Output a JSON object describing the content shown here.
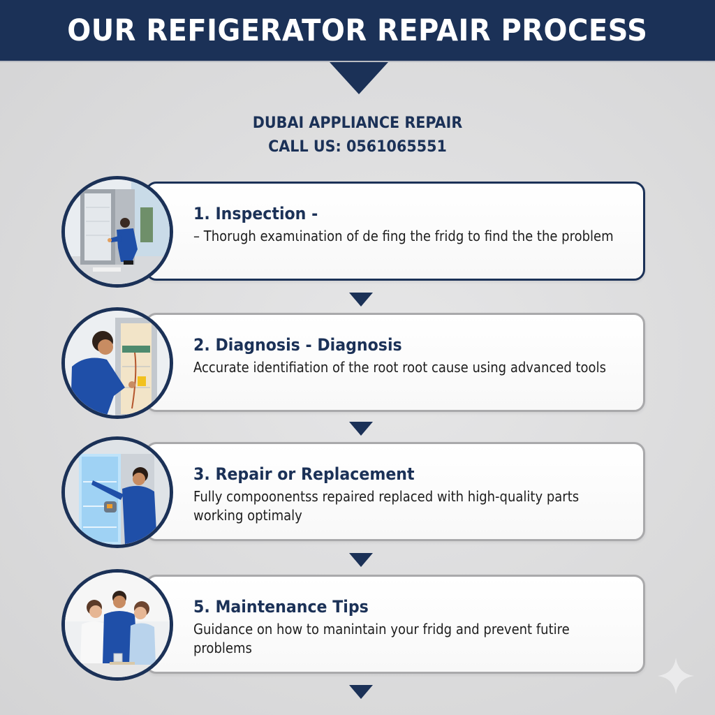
{
  "header": {
    "title": "OUR REFIGERATOR REPAIR PROCESS"
  },
  "company": {
    "name": "DUBAI APPLIANCE REPAIR",
    "call_line": "CALL US: 0561065551"
  },
  "steps": [
    {
      "title": "1. Inspection -",
      "description": "– Thorugh examιination of de fing the fridg to find the the problem",
      "image": "technician-kneeling-at-open-fridge",
      "active": true
    },
    {
      "title": "2. Diagnosis - Diagnosis",
      "description": "Accurate identifiation of the root root cause using advanced tools",
      "image": "technician-testing-fridge-wiring",
      "active": false
    },
    {
      "title": "3. Repair or Replacement",
      "description": "Fully compoonentss repaired replaced with high-quality parts working optimaly",
      "image": "technician-replacing-fridge-part",
      "active": false
    },
    {
      "title": "5. Maintenance Tips",
      "description": "Guidance on how to manintain your fridg  and prevent futire problems",
      "image": "technician-talking-with-customers",
      "active": false
    }
  ],
  "colors": {
    "navy": "#1b3157",
    "card_border": "#a9a9ab",
    "background": "#dcdcdd",
    "text": "#1d1d1d"
  },
  "icons": {
    "step_arrow": "triangle-down-icon",
    "watermark": "sparkle-icon"
  }
}
